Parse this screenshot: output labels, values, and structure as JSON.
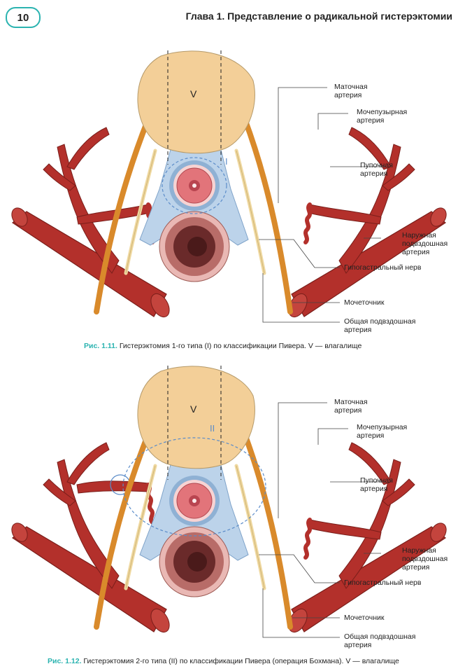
{
  "header": {
    "page_number": "10",
    "chapter_title": "Глава 1. Представление о радикальной гистерэктомии"
  },
  "colors": {
    "accent": "#2bb3b0",
    "artery": "#b3302b",
    "ureter": "#d98a2b",
    "nerve": "#efd8a0",
    "vagina": "#f3cf98",
    "ligament": "#bcd3ea",
    "cervix": "#e2747a",
    "rectum": "#6a2a2a"
  },
  "figure_1": {
    "vagina_label": "V",
    "type_label": "I",
    "labels": {
      "uterine_artery": [
        "Маточная",
        "артерия"
      ],
      "vesical_artery": [
        "Мочепузырная",
        "артерия"
      ],
      "umbilical_artery": [
        "Пупочная",
        "артерия"
      ],
      "external_iliac": [
        "Наружная",
        "подвздошная",
        "артерия"
      ],
      "hypogastric_nerve": "Гипогастральный нерв",
      "ureter": "Мочеточник",
      "common_iliac": [
        "Общая подвздошная",
        "артерия"
      ]
    },
    "caption_num": "Рис. 1.11.",
    "caption_text": " Гистерэктомия 1-го типа (I) по классификации Пивера. V — влагалище"
  },
  "figure_2": {
    "vagina_label": "V",
    "type_label": "II",
    "labels": {
      "uterine_artery": [
        "Маточная",
        "артерия"
      ],
      "vesical_artery": [
        "Мочепузырная",
        "артерия"
      ],
      "umbilical_artery": [
        "Пупочная",
        "артерия"
      ],
      "external_iliac": [
        "Наружная",
        "подвздошная",
        "артерия"
      ],
      "hypogastric_nerve": "Гипогастральный нерв",
      "ureter": "Мочеточник",
      "common_iliac": [
        "Общая подвздошная",
        "артерия"
      ]
    },
    "caption_num": "Рис. 1.12.",
    "caption_text": " Гистерэктомия 2-го типа (II) по классификации Пивера (операция Бохмана). V — влагалище"
  }
}
